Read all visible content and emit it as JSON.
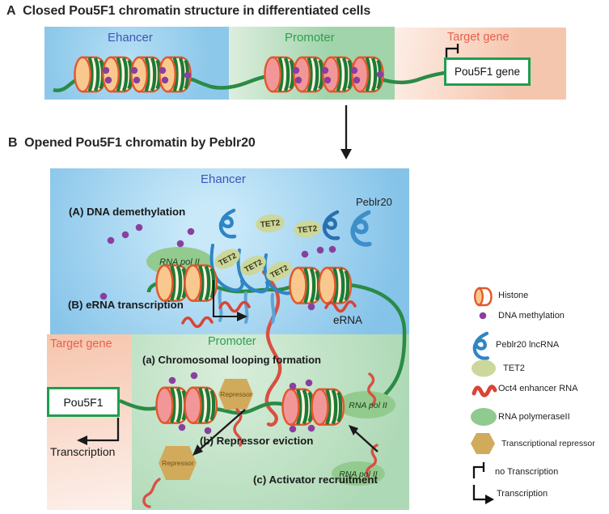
{
  "panelA": {
    "letter": "A",
    "title": "Closed Pou5F1 chromatin structure in differentiated cells",
    "enhancer_label": "Ehancer",
    "promoter_label": "Promoter",
    "target_label": "Target gene",
    "gene_box_label": "Pou5F1 gene"
  },
  "panelB": {
    "letter": "B",
    "title": "Opened Pou5F1 chromatin by Peblr20",
    "enhancer_label": "Ehancer",
    "promoter_label": "Promoter",
    "target_label": "Target gene",
    "step_dna_demethylation": "(A) DNA demethylation",
    "step_erna_transcription": "(B) eRNA transcription",
    "step_looping": "(a) Chromosomal looping formation",
    "step_repressor_eviction": "(b) Repressor eviction",
    "step_activator_recruitment": "(c) Activator recruitment",
    "peblr20_label": "Peblr20",
    "tet2_label": "TET2",
    "rna_pol_ii_label": "RNA pol II",
    "erna_label": "eRNA",
    "repressor_label": "Repressor",
    "gene_box_label": "Pou5F1",
    "transcription_label": "Transcription"
  },
  "legend": {
    "items": [
      {
        "icon": "histone-icon",
        "label": "Histone"
      },
      {
        "icon": "dna-methylation-icon",
        "label": "DNA methylation"
      },
      {
        "icon": "peblr20-lncrna-icon",
        "label": "Peblr20 lncRNA"
      },
      {
        "icon": "tet2-icon",
        "label": "TET2"
      },
      {
        "icon": "oct4-enhancer-rna-icon",
        "label": "Oct4 enhancer RNA"
      },
      {
        "icon": "rna-polymerase2-icon",
        "label": "RNA polymeraseII"
      },
      {
        "icon": "transcriptional-repressor-icon",
        "label": "Transcriptional repressor"
      },
      {
        "icon": "no-transcription-icon",
        "label": "no Transcription"
      },
      {
        "icon": "transcription-icon",
        "label": "Transcription"
      }
    ]
  },
  "colors": {
    "enhancer_blue": "#8fc9ec",
    "promoter_green": "#bfe3c4",
    "target_salmon": "#f7cdb8",
    "enhancer_label_blue": "#3d56b5",
    "promoter_label_green": "#2f9e4e",
    "target_label_red": "#e9604b",
    "dna_strand_green": "#2a8b45",
    "histone_face_orange": "#f9c88e",
    "histone_face_pink": "#f29799",
    "histone_outline": "#e2572b",
    "stripe_green": "#1d7a36",
    "methylation_purple": "#8a3f9e",
    "peblr20_blue": "#2f86c4",
    "tet2_olive": "#ccd79b",
    "rna_pol_green": "#8fca8f",
    "repressor_tan": "#d2aa5c",
    "erna_red": "#d94436",
    "gene_box_border": "#1e9e50"
  }
}
